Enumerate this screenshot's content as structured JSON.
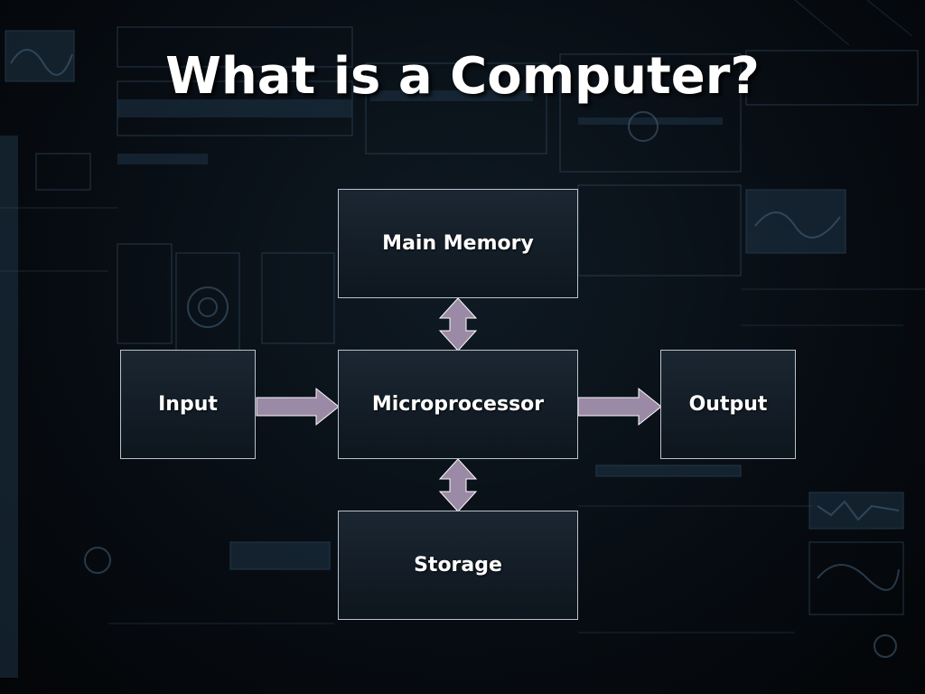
{
  "title": "What is a Computer?",
  "nodes": {
    "main_memory": "Main Memory",
    "microprocessor": "Microprocessor",
    "storage": "Storage",
    "input": "Input",
    "output": "Output"
  },
  "edges": [
    {
      "from": "main_memory",
      "to": "microprocessor",
      "direction": "both"
    },
    {
      "from": "microprocessor",
      "to": "storage",
      "direction": "both"
    },
    {
      "from": "input",
      "to": "microprocessor",
      "direction": "forward"
    },
    {
      "from": "microprocessor",
      "to": "output",
      "direction": "forward"
    }
  ],
  "colors": {
    "arrow_fill": "#9a8aa6",
    "arrow_stroke": "#ffffff",
    "box_border": "#b9c2cc",
    "text": "#ffffff"
  }
}
